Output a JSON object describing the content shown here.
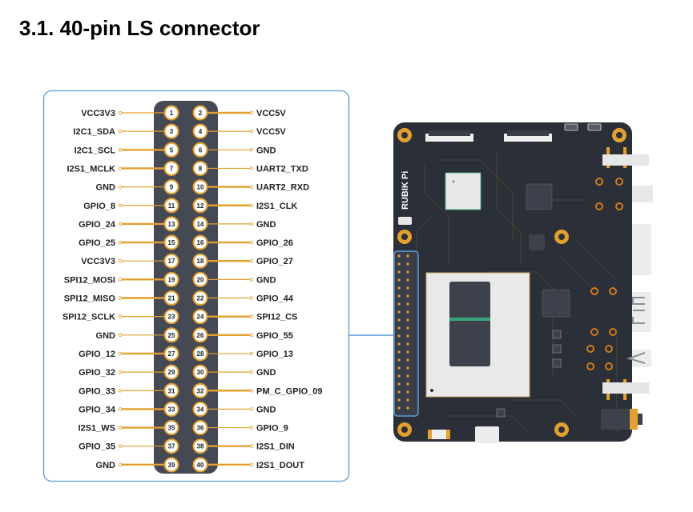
{
  "title": "3.1. 40-pin LS connector",
  "colors": {
    "accent_orange": "#e1a030",
    "frame_blue": "#5b9bd5",
    "header_body": "#454953",
    "board": "#2b2f37"
  },
  "board": {
    "brand_text": "RUBIK Pi",
    "description": "Board top view with highlighted 40-pin header"
  },
  "pins": [
    {
      "num": "1",
      "label": "VCC3V3",
      "side": "left",
      "thick": false
    },
    {
      "num": "2",
      "label": "VCC5V",
      "side": "right",
      "thick": true
    },
    {
      "num": "3",
      "label": "I2C1_SDA",
      "side": "left",
      "thick": false
    },
    {
      "num": "4",
      "label": "VCC5V",
      "side": "right",
      "thick": false
    },
    {
      "num": "5",
      "label": "I2C1_SCL",
      "side": "left",
      "thick": true
    },
    {
      "num": "6",
      "label": "GND",
      "side": "right",
      "thick": false
    },
    {
      "num": "7",
      "label": "I2S1_MCLK",
      "side": "left",
      "thick": true
    },
    {
      "num": "8",
      "label": "UART2_TXD",
      "side": "right",
      "thick": false
    },
    {
      "num": "9",
      "label": "GND",
      "side": "left",
      "thick": false
    },
    {
      "num": "10",
      "label": "UART2_RXD",
      "side": "right",
      "thick": true
    },
    {
      "num": "11",
      "label": "GPIO_8",
      "side": "left",
      "thick": false
    },
    {
      "num": "12",
      "label": "I2S1_CLK",
      "side": "right",
      "thick": true
    },
    {
      "num": "13",
      "label": "GPIO_24",
      "side": "left",
      "thick": true
    },
    {
      "num": "14",
      "label": "GND",
      "side": "right",
      "thick": false
    },
    {
      "num": "15",
      "label": "GPIO_25",
      "side": "left",
      "thick": true
    },
    {
      "num": "16",
      "label": "GPIO_26",
      "side": "right",
      "thick": true
    },
    {
      "num": "17",
      "label": "VCC3V3",
      "side": "left",
      "thick": false
    },
    {
      "num": "18",
      "label": "GPIO_27",
      "side": "right",
      "thick": true
    },
    {
      "num": "19",
      "label": "SPI12_MOSI",
      "side": "left",
      "thick": true
    },
    {
      "num": "20",
      "label": "GND",
      "side": "right",
      "thick": false
    },
    {
      "num": "21",
      "label": "SPI12_MISO",
      "side": "left",
      "thick": true
    },
    {
      "num": "22",
      "label": "GPIO_44",
      "side": "right",
      "thick": false
    },
    {
      "num": "23",
      "label": "SPI12_SCLK",
      "side": "left",
      "thick": false
    },
    {
      "num": "24",
      "label": "SPI12_CS",
      "side": "right",
      "thick": true
    },
    {
      "num": "25",
      "label": "GND",
      "side": "left",
      "thick": false
    },
    {
      "num": "26",
      "label": "GPIO_55",
      "side": "right",
      "thick": true
    },
    {
      "num": "27",
      "label": "GPIO_12",
      "side": "left",
      "thick": true
    },
    {
      "num": "28",
      "label": "GPIO_13",
      "side": "right",
      "thick": false
    },
    {
      "num": "29",
      "label": "GPIO_32",
      "side": "left",
      "thick": false
    },
    {
      "num": "30",
      "label": "GND",
      "side": "right",
      "thick": false
    },
    {
      "num": "31",
      "label": "GPIO_33",
      "side": "left",
      "thick": false
    },
    {
      "num": "32",
      "label": "PM_C_GPIO_09",
      "side": "right",
      "thick": true
    },
    {
      "num": "33",
      "label": "GPIO_34",
      "side": "left",
      "thick": true
    },
    {
      "num": "34",
      "label": "GND",
      "side": "right",
      "thick": false
    },
    {
      "num": "35",
      "label": "I2S1_WS",
      "side": "left",
      "thick": true
    },
    {
      "num": "36",
      "label": "GPIO_9",
      "side": "right",
      "thick": false
    },
    {
      "num": "37",
      "label": "GPIO_35",
      "side": "left",
      "thick": false
    },
    {
      "num": "38",
      "label": "I2S1_DIN",
      "side": "right",
      "thick": true
    },
    {
      "num": "39",
      "label": "GND",
      "side": "left",
      "thick": true
    },
    {
      "num": "40",
      "label": "I2S1_DOUT",
      "side": "right",
      "thick": true
    }
  ]
}
